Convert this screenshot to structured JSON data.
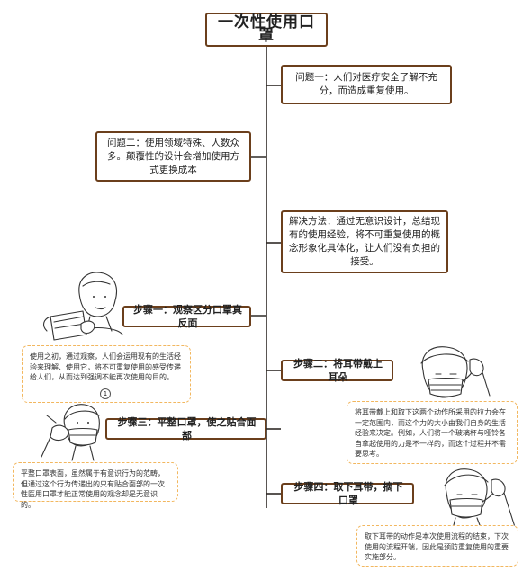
{
  "title": "一次性使用口罩",
  "questions": {
    "q1": "问题一：人们对医疗安全了解不充分，而造成重复使用。",
    "q2": "问题二：使用领域特殊、人数众多。颠覆性的设计会增加使用方式更换成本"
  },
  "solution": "解决方法：通过无意识设计，总结现有的使用经验，将不可重复使用的概念形象化具体化，让人们没有负担的接受。",
  "steps": {
    "s1": {
      "label": "步骤一：观察区分口罩真反面",
      "note": "使用之初，通过观察，人们会运用现有的生活经验来理解、使用它，将不可重复使用的感受传递给人们，从而达到强调不能再次使用的目的。",
      "badge": "1"
    },
    "s2": {
      "label": "步骤二：将耳带戴上耳朵",
      "note": "将耳带戴上和取下这两个动作所采用的拉力会在一定范围内，而这个力的大小由我们自身的生活经验来决定。例如，人们将一个玻璃杯与哑铃各自拿起使用的力是不一样的，而这个过程并不需要思考。"
    },
    "s3": {
      "label": "步骤三：平整口罩，使之贴合面部",
      "note": "平整口罩表面，虽然属于有意识行为的范畴，但通过这个行为传递出的只有贴合面部的一次性医用口罩才能正常使用的观念却是无意识的。"
    },
    "s4": {
      "label": "步骤四：取下耳带，摘下口罩",
      "note": "取下耳带的动作是本次使用流程的结束，下次使用的流程开端，因此是预防重复使用的重要实施部分。"
    }
  },
  "colors": {
    "border": "#6b3f1c",
    "note_border": "#f2b75f",
    "line": "#2f2a26"
  }
}
